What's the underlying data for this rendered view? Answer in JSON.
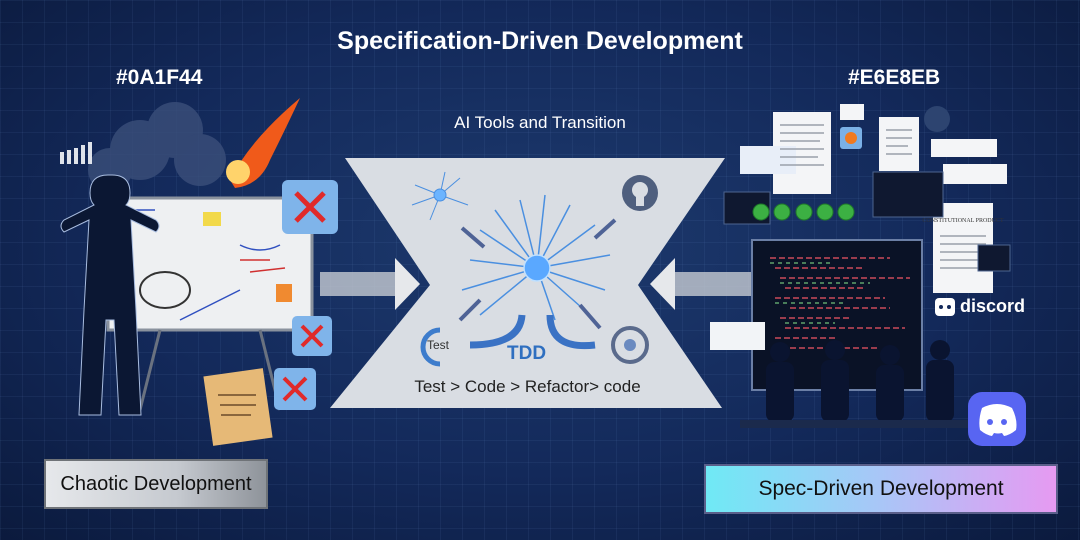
{
  "title": "Specification-Driven Development",
  "left_color_label": "#0A1F44",
  "right_color_label": "#E6E8EB",
  "subtitle": "AI Tools and Transition",
  "center": {
    "tdd_label": "TDD",
    "test_icon_label": "Test",
    "flow_text": "Test  > Code > Refactor> code"
  },
  "left_panel": {
    "label": "Chaotic Development"
  },
  "right_panel": {
    "label": "Spec-Driven Development",
    "discord_label": "discord",
    "doc_heading": "CONSTITUTIONAL PRODUCT"
  },
  "colors": {
    "navy": "#0A1F44",
    "light": "#E6E8EB",
    "accent": "#2f6fc0",
    "fail": "#d9302c",
    "pass": "#3cb043"
  }
}
